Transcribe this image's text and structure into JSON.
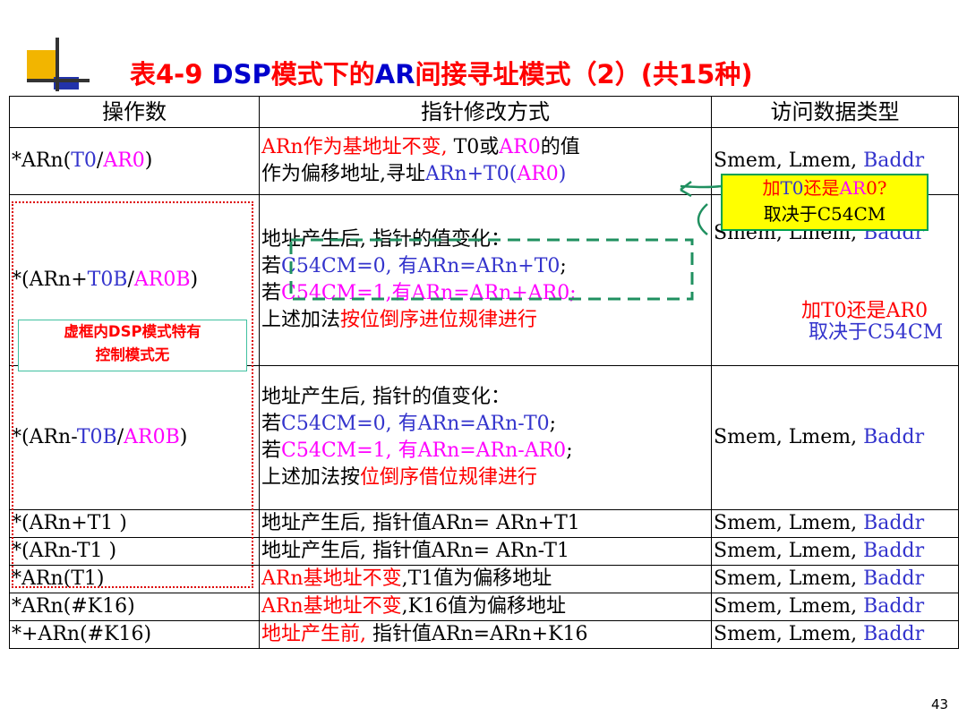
{
  "title": {
    "prefix": "表4-9",
    "dsp": "DSP",
    "mid": "模式下的",
    "ar": "AR",
    "rest": "间接寻址模式（2）",
    "suffix": "(共15种)"
  },
  "table": {
    "headers": [
      "操作数",
      "指针修改方式",
      "访问数据类型"
    ],
    "rows": [
      {
        "operand": {
          "a": "*ARn(",
          "b": "T0",
          "c": "/",
          "d": "AR0",
          "e": ")"
        },
        "method": {
          "l1a": "ARn作为基地址不变,",
          "l1b": " T0或",
          "l1c": "AR0",
          "l1d": "的值",
          "l2a": "作为偏移地址,寻址",
          "l2b": "ARn+T0(",
          "l2c": "AR0",
          "l2d": ")"
        },
        "type": {
          "a": "Smem, Lmem, ",
          "b": "Baddr"
        }
      },
      {
        "operand": {
          "a": "*(ARn+",
          "b": "T0B",
          "c": "/",
          "d": "AR0B",
          "e": ")"
        },
        "method": {
          "l1": "地址产生后, 指针的值变化：",
          "l2a": "若",
          "l2b": "C54CM=0, 有ARn=ARn+T0",
          "l2c": ";",
          "l3a": "若",
          "l3b": "C54CM=1,有ARn=ARn+AR0;",
          "l4a": "上述加法",
          "l4b": "按位倒序进位规律进行"
        },
        "type": {
          "a": "Smem, Lmem, ",
          "b": "Baddr"
        }
      },
      {
        "operand": {
          "a": "*(ARn-",
          "b": "T0B",
          "c": "/",
          "d": "AR0B",
          "e": ")"
        },
        "method": {
          "l1": "地址产生后, 指针的值变化：",
          "l2a": "若",
          "l2b": "C54CM=0, 有ARn=ARn-T0",
          "l2c": ";",
          "l3a": "若",
          "l3b": "C54CM=1, 有ARn=ARn-AR0",
          "l3c": ";",
          "l4a": "上述加法按",
          "l4b": "位倒序借位规律进行"
        },
        "type": {
          "a": "Smem, Lmem, ",
          "b": "Baddr"
        }
      },
      {
        "operand": "*(ARn+T1 )",
        "method": {
          "a": "地址产生后, 指针值ARn= ARn+T1"
        },
        "type": {
          "a": "Smem, Lmem, ",
          "b": "Baddr"
        }
      },
      {
        "operand": "*(ARn-T1 )",
        "method": {
          "a": "地址产生后, 指针值ARn= ARn-T1"
        },
        "type": {
          "a": "Smem, Lmem, ",
          "b": "Baddr"
        }
      },
      {
        "operand": "*ARn(T1)",
        "method": {
          "a": "ARn基地址不变",
          "b": ",T1值为偏移地址"
        },
        "type": {
          "a": "Smem, Lmem, ",
          "b": "Baddr"
        }
      },
      {
        "operand": "*ARn(#K16)",
        "method": {
          "a": "ARn基地址不变",
          "b": ",K16值为偏移地址"
        },
        "type": {
          "a": "Smem, Lmem, ",
          "b": "Baddr"
        }
      },
      {
        "operand": "*+ARn(#K16)",
        "method": {
          "a": "地址产生前,",
          "b": " 指针值ARn=ARn+K16"
        },
        "type": {
          "a": "Smem, Lmem, ",
          "b": "Baddr"
        }
      }
    ]
  },
  "note_box": {
    "line1": "虚框内DSP模式特有",
    "line2": "控制模式无"
  },
  "callout": {
    "l1a": "加",
    "l1b": "T0",
    "l1c": "还是",
    "l1d": "AR",
    "l1e": "0?",
    "l2": "取决于C54CM"
  },
  "mid_text": {
    "l1": "加T0还是AR0",
    "l2": "取决于C54CM"
  },
  "page_number": "43",
  "colors": {
    "red": "#ff0000",
    "blue": "#3333cc",
    "magenta": "#ff00ff",
    "green_dash": "#209060",
    "callout_bg": "#ffff00"
  }
}
